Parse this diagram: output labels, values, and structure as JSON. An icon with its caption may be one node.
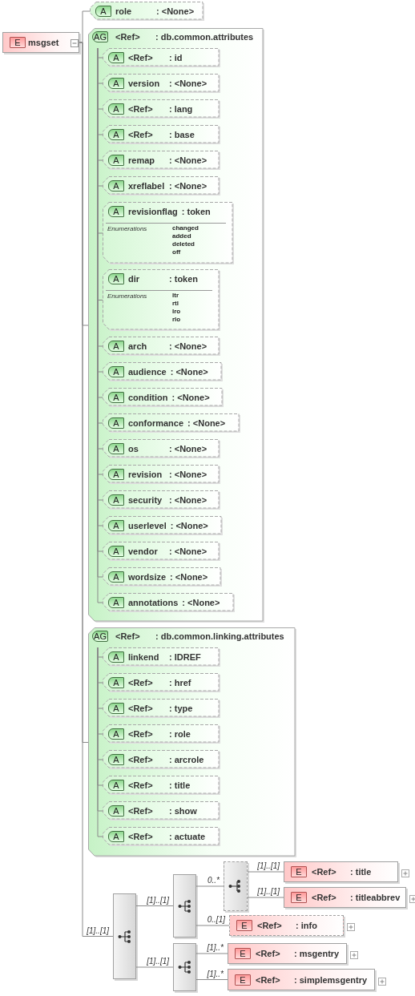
{
  "diagram": {
    "nodes": [
      {
        "text": [
          "E",
          "msgset"
        ]
      },
      {
        "text": [
          "A",
          "role",
          ": <None>"
        ]
      },
      {
        "text": [
          "AG",
          "<Ref>",
          ": db.common.attributes"
        ]
      },
      {
        "text": [
          "A",
          "<Ref>",
          ": id"
        ],
        "in": 2
      },
      {
        "text": [
          "A",
          "version",
          ": <None>"
        ],
        "in": 2
      },
      {
        "text": [
          "A",
          "<Ref>",
          ": lang"
        ],
        "in": 2
      },
      {
        "text": [
          "A",
          "<Ref>",
          ": base"
        ],
        "in": 2
      },
      {
        "text": [
          "A",
          "remap",
          ": <None>"
        ],
        "in": 2
      },
      {
        "text": [
          "A",
          "xreflabel",
          ": <None>"
        ],
        "in": 2
      },
      {
        "text": [
          "A",
          "revisionflag",
          ": token",
          "Enumerations",
          "changed",
          "added",
          "deleted",
          "off"
        ],
        "in": 2
      },
      {
        "text": [
          "A",
          "dir",
          ": token",
          "Enumerations",
          "ltr",
          "rtl",
          "lro",
          "rlo"
        ],
        "in": 2
      },
      {
        "text": [
          "A",
          "arch",
          ": <None>"
        ],
        "in": 2
      },
      {
        "text": [
          "A",
          "audience",
          ": <None>"
        ],
        "in": 2
      },
      {
        "text": [
          "A",
          "condition",
          ": <None>"
        ],
        "in": 2
      },
      {
        "text": [
          "A",
          "conformance",
          ": <None>"
        ],
        "in": 2
      },
      {
        "text": [
          "A",
          "os",
          ": <None>"
        ],
        "in": 2
      },
      {
        "text": [
          "A",
          "revision",
          ": <None>"
        ],
        "in": 2
      },
      {
        "text": [
          "A",
          "security",
          ": <None>"
        ],
        "in": 2
      },
      {
        "text": [
          "A",
          "userlevel",
          ": <None>"
        ],
        "in": 2
      },
      {
        "text": [
          "A",
          "vendor",
          ": <None>"
        ],
        "in": 2
      },
      {
        "text": [
          "A",
          "wordsize",
          ": <None>"
        ],
        "in": 2
      },
      {
        "text": [
          "A",
          "annotations",
          ": <None>"
        ],
        "in": 2
      },
      {
        "text": [
          "AG",
          "<Ref>",
          ": db.common.linking.attributes"
        ]
      },
      {
        "text": [
          "A",
          "linkend",
          ": IDREF"
        ],
        "in": 22
      },
      {
        "text": [
          "A",
          "<Ref>",
          ": href"
        ],
        "in": 22
      },
      {
        "text": [
          "A",
          "<Ref>",
          ": type"
        ],
        "in": 22
      },
      {
        "text": [
          "A",
          "<Ref>",
          ": role"
        ],
        "in": 22
      },
      {
        "text": [
          "A",
          "<Ref>",
          ": arcrole"
        ],
        "in": 22
      },
      {
        "text": [
          "A",
          "<Ref>",
          ": title"
        ],
        "in": 22
      },
      {
        "text": [
          "A",
          "<Ref>",
          ": show"
        ],
        "in": 22
      },
      {
        "text": [
          "A",
          "<Ref>",
          ": actuate"
        ],
        "in": 22
      },
      {
        "text": [],
        "shape": "box"
      },
      {
        "text": [],
        "shape": "box"
      },
      {
        "text": [],
        "shape": "box"
      },
      {
        "text": [
          "E",
          "<Ref>",
          ": title"
        ]
      },
      {
        "text": [
          "E",
          "<Ref>",
          ": titleabbrev"
        ]
      },
      {
        "text": [
          "E",
          "<Ref>",
          ": info"
        ]
      },
      {
        "text": [],
        "shape": "box"
      },
      {
        "text": [
          "E",
          "<Ref>",
          ": msgentry"
        ]
      },
      {
        "text": [
          "E",
          "<Ref>",
          ": simplemsgentry"
        ]
      }
    ],
    "edges": [
      {
        "from": 0,
        "to": 1,
        "arrow": "none"
      },
      {
        "from": 0,
        "to": 2,
        "arrow": "none"
      },
      {
        "from": 2,
        "to": 3,
        "arrow": "none"
      },
      {
        "from": 2,
        "to": 4,
        "arrow": "none"
      },
      {
        "from": 2,
        "to": 5,
        "arrow": "none"
      },
      {
        "from": 2,
        "to": 6,
        "arrow": "none"
      },
      {
        "from": 2,
        "to": 7,
        "arrow": "none"
      },
      {
        "from": 2,
        "to": 8,
        "arrow": "none"
      },
      {
        "from": 2,
        "to": 9,
        "arrow": "none"
      },
      {
        "from": 2,
        "to": 10,
        "arrow": "none"
      },
      {
        "from": 2,
        "to": 11,
        "arrow": "none"
      },
      {
        "from": 2,
        "to": 12,
        "arrow": "none"
      },
      {
        "from": 2,
        "to": 13,
        "arrow": "none"
      },
      {
        "from": 2,
        "to": 14,
        "arrow": "none"
      },
      {
        "from": 2,
        "to": 15,
        "arrow": "none"
      },
      {
        "from": 2,
        "to": 16,
        "arrow": "none"
      },
      {
        "from": 2,
        "to": 17,
        "arrow": "none"
      },
      {
        "from": 2,
        "to": 18,
        "arrow": "none"
      },
      {
        "from": 2,
        "to": 19,
        "arrow": "none"
      },
      {
        "from": 2,
        "to": 20,
        "arrow": "none"
      },
      {
        "from": 2,
        "to": 21,
        "arrow": "none"
      },
      {
        "from": 0,
        "to": 22,
        "arrow": "none"
      },
      {
        "from": 22,
        "to": 23,
        "arrow": "none"
      },
      {
        "from": 22,
        "to": 24,
        "arrow": "none"
      },
      {
        "from": 22,
        "to": 25,
        "arrow": "none"
      },
      {
        "from": 22,
        "to": 26,
        "arrow": "none"
      },
      {
        "from": 22,
        "to": 27,
        "arrow": "none"
      },
      {
        "from": 22,
        "to": 28,
        "arrow": "none"
      },
      {
        "from": 22,
        "to": 29,
        "arrow": "none"
      },
      {
        "from": 22,
        "to": 30,
        "arrow": "none"
      },
      {
        "from": 0,
        "to": 31,
        "arrow": "none",
        "label": "[1]..[1]"
      },
      {
        "from": 31,
        "to": 32,
        "arrow": "none",
        "label": "[1]..[1]"
      },
      {
        "from": 32,
        "to": 33,
        "arrow": "none",
        "label": "0..*"
      },
      {
        "from": 33,
        "to": 34,
        "arrow": "none",
        "label": "[1]..[1]"
      },
      {
        "from": 33,
        "to": 35,
        "arrow": "none",
        "label": "[1]..[1]"
      },
      {
        "from": 32,
        "to": 36,
        "arrow": "none",
        "label": "0..[1]"
      },
      {
        "from": 31,
        "to": 37,
        "arrow": "none",
        "label": "[1]..[1]"
      },
      {
        "from": 37,
        "to": 38,
        "arrow": "none",
        "label": "[1]..*"
      },
      {
        "from": 37,
        "to": 39,
        "arrow": "none",
        "label": "[1]..*"
      }
    ]
  }
}
